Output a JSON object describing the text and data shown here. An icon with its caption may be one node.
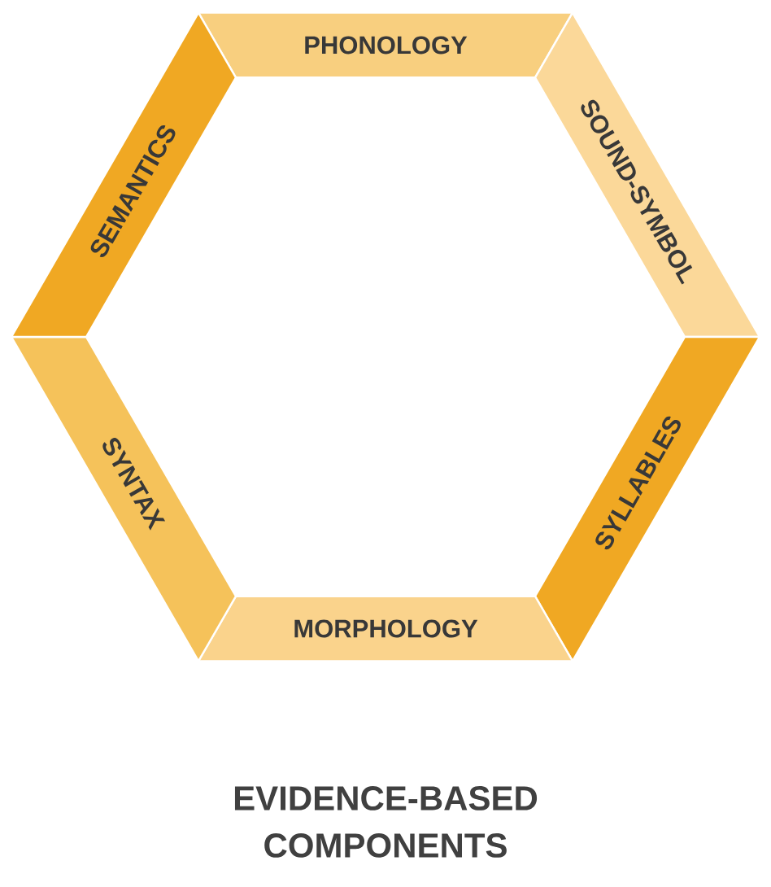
{
  "diagram": {
    "title": "EVIDENCE-BASED COMPONENTS",
    "nodes": [
      {
        "text": [
          "PHONOLOGY"
        ]
      },
      {
        "text": [
          "SOUND-SYMBOL"
        ]
      },
      {
        "text": [
          "SYLLABLES"
        ]
      },
      {
        "text": [
          "MORPHOLOGY"
        ]
      },
      {
        "text": [
          "SYNTAX"
        ]
      },
      {
        "text": [
          "SEMANTICS"
        ]
      }
    ]
  }
}
